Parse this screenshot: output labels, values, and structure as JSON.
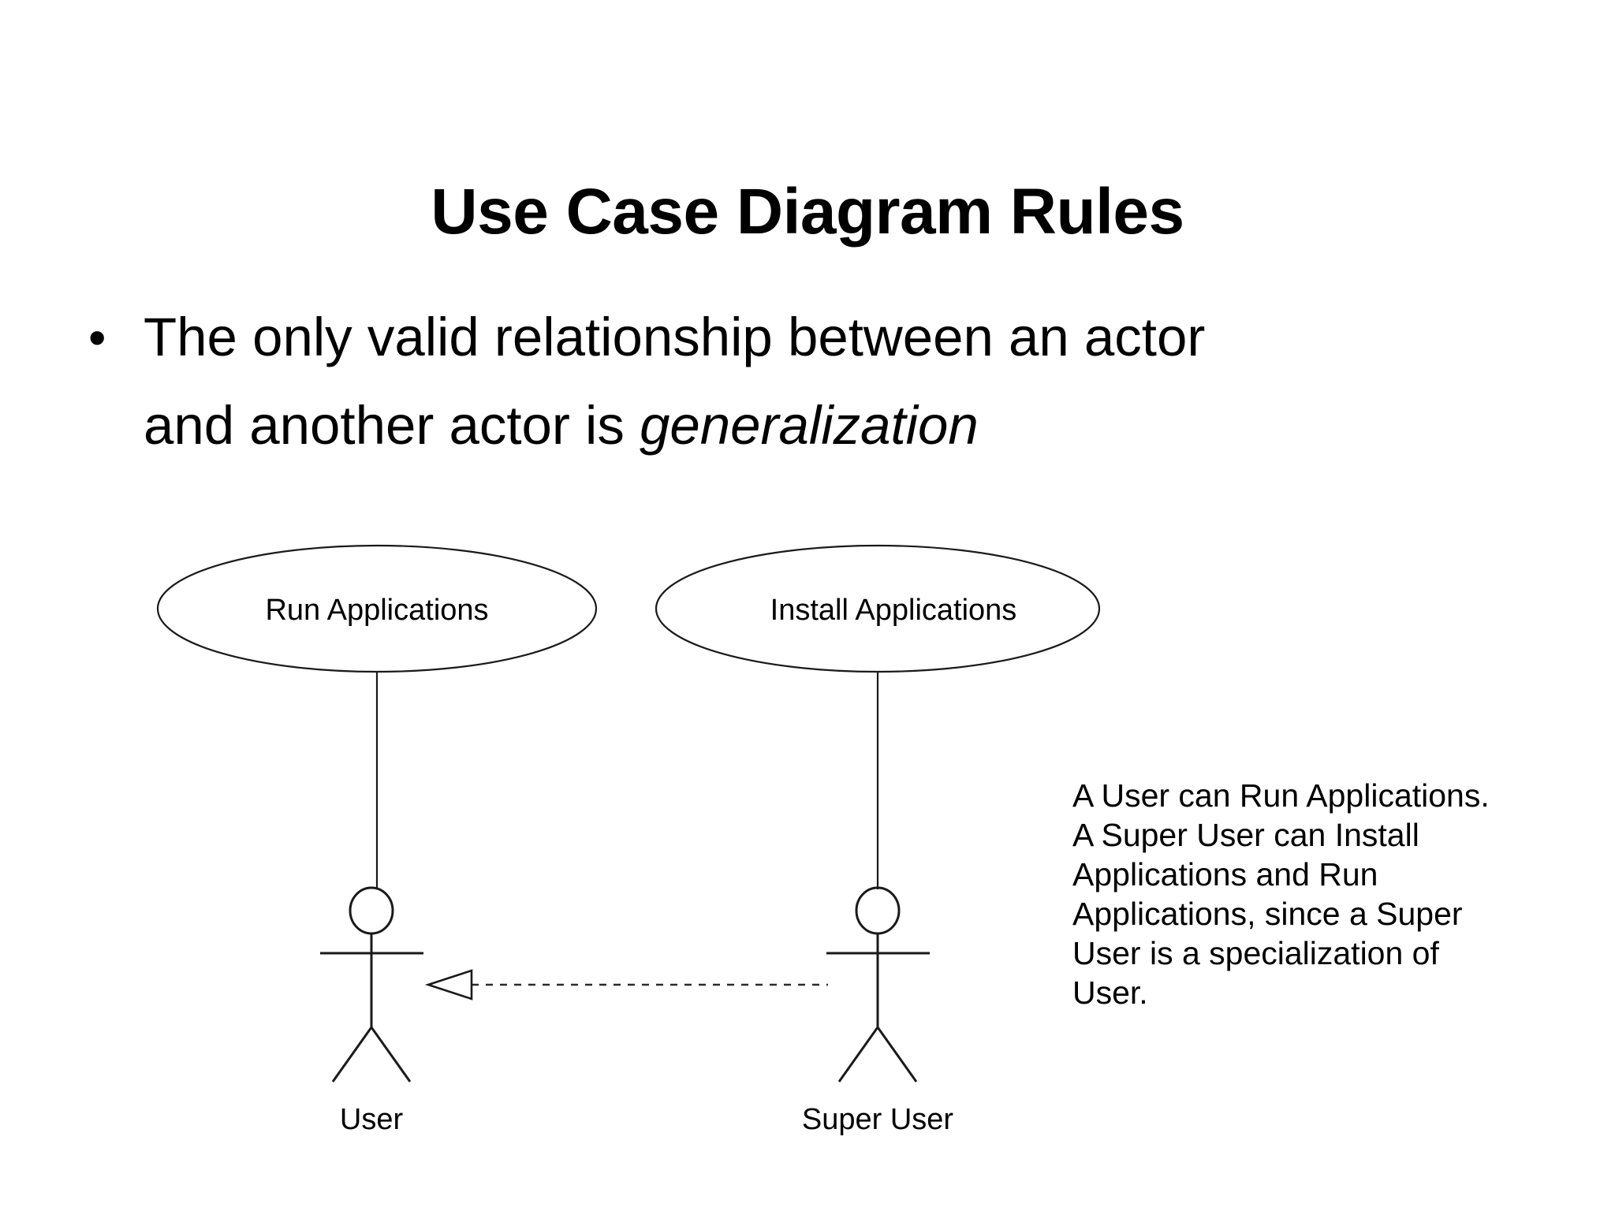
{
  "slide": {
    "title": "Use Case Diagram Rules",
    "bullets": [
      {
        "marker": "•",
        "line1": "The only valid relationship between an actor",
        "line2_prefix": "and another actor is ",
        "line2_italic": "generalization"
      }
    ]
  },
  "diagram": {
    "use_cases": [
      {
        "id": "run-applications",
        "label": "Run Applications"
      },
      {
        "id": "install-applications",
        "label": "Install Applications"
      }
    ],
    "actors": [
      {
        "id": "user",
        "label": "User"
      },
      {
        "id": "super-user",
        "label": "Super User"
      }
    ],
    "relationship": {
      "type": "generalization",
      "from": "Super User",
      "to": "User",
      "arrow_style": "hollow-triangle-dotted"
    },
    "associations": [
      {
        "from": "Run Applications",
        "to": "User"
      },
      {
        "from": "Install Applications",
        "to": "Super User"
      }
    ]
  },
  "annotation": {
    "line1": "A User can Run Applications.",
    "line2": "A Super User can Install",
    "line3": "Applications and Run",
    "line4": "Applications, since a Super",
    "line5": "User is a specialization of",
    "line6": "User."
  },
  "colors": {
    "background": "#ffffff",
    "text": "#000000",
    "stroke": "#1a1a1a"
  }
}
